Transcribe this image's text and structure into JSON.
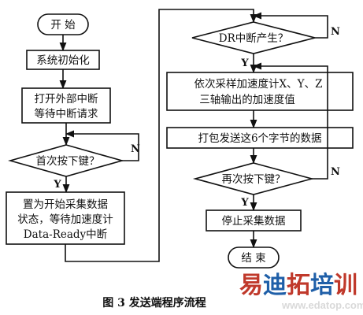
{
  "flowchart": {
    "left": {
      "start": "开  始",
      "init": "系统初始化",
      "interrupt_lines": [
        "打开外部中断",
        "等待中断请求"
      ],
      "decision_first_key": "首次按下键？",
      "setup_lines": [
        "置为开始采集数据",
        "状态，等待加速度计",
        "Data-Ready中断"
      ]
    },
    "right": {
      "decision_dr": "DR中断产生？",
      "sample_lines": [
        "依次采样加速度计X、Y、Z",
        "三轴输出的加速度值"
      ],
      "send": "打包发送这6个字节的数据",
      "decision_again": "再次按下键？",
      "stop": "停止采集数据",
      "end": "结  束"
    },
    "branch_labels": {
      "yes": "Y",
      "no": "N"
    }
  },
  "caption": "图 3    发送端程序流程",
  "watermark": {
    "chars": [
      "易",
      "迪",
      "拓",
      "培",
      "训"
    ],
    "colors": [
      "#c0392b",
      "#1f5fa8",
      "#c0392b",
      "#1f5fa8",
      "#c0392b"
    ],
    "url": "www.edatop.com"
  }
}
